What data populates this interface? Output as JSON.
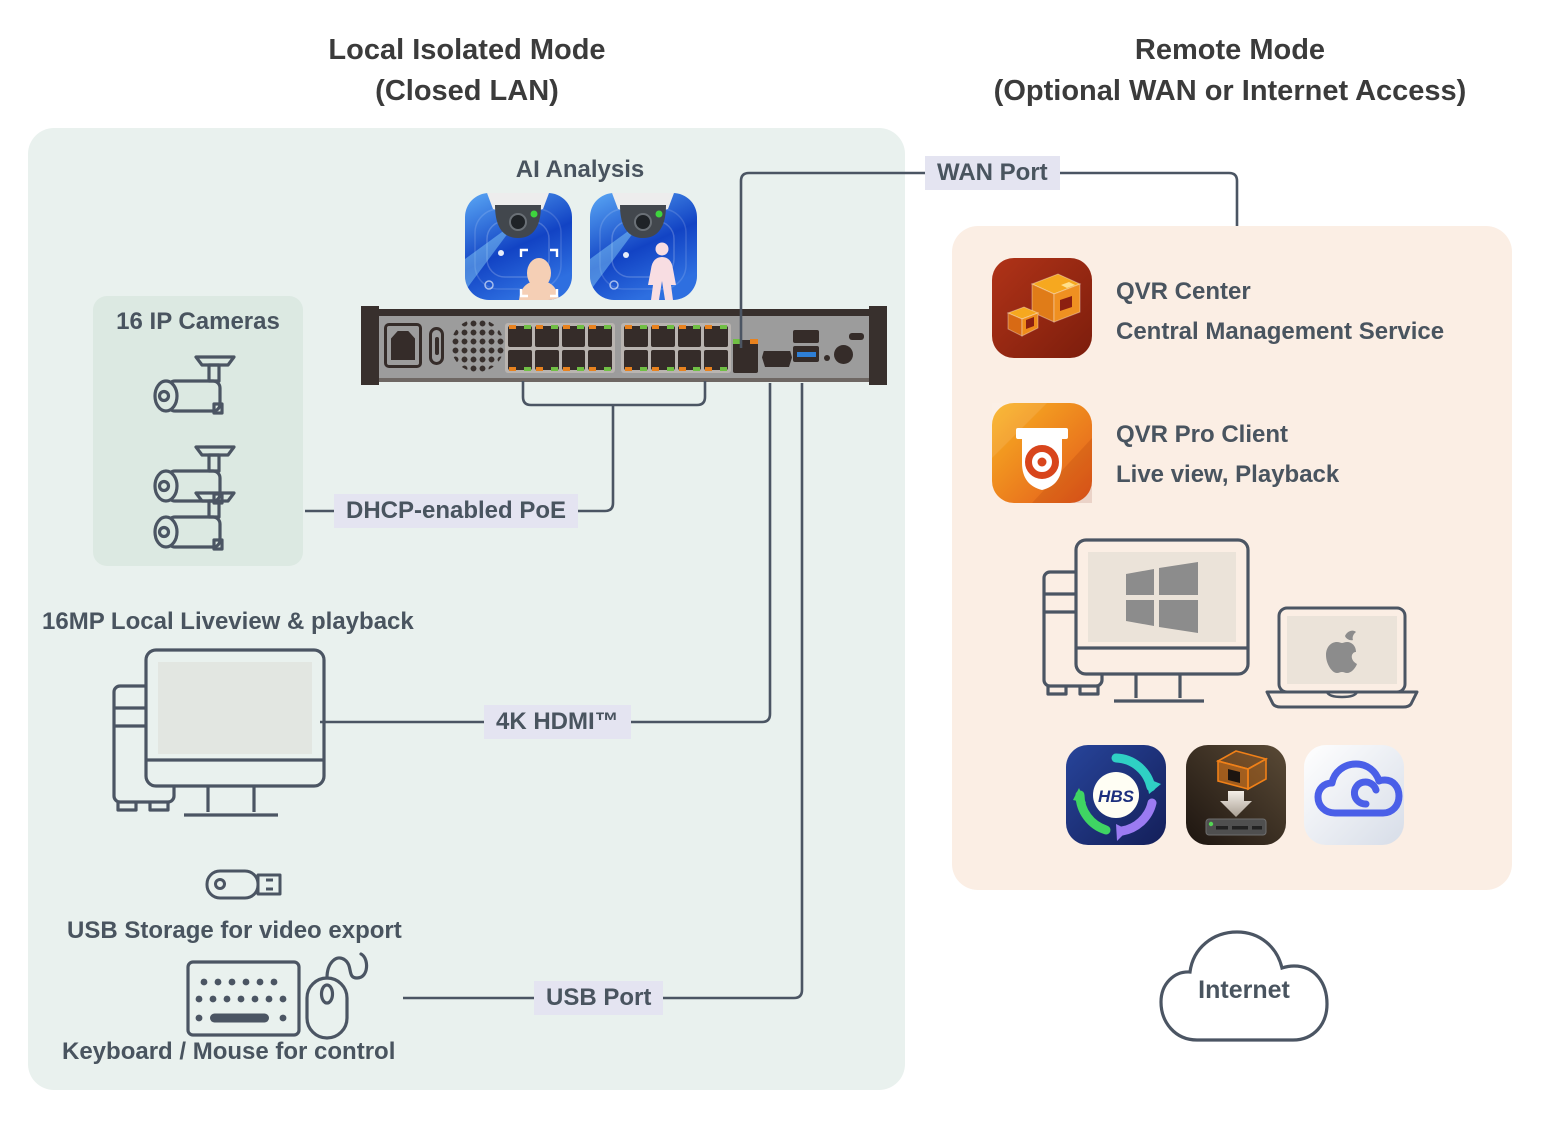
{
  "titles": {
    "local": {
      "line1": "Local Isolated Mode",
      "line2": "(Closed LAN)"
    },
    "remote": {
      "line1": "Remote Mode",
      "line2": "(Optional WAN or Internet Access)"
    }
  },
  "local": {
    "ai_analysis_label": "AI Analysis",
    "cameras_box_label": "16 IP Cameras",
    "dhcp_poe_label": "DHCP-enabled PoE",
    "liveview_caption": "16MP Local Liveview & playback",
    "hdmi_label": "4K HDMI™",
    "usb_storage_caption": "USB Storage for video export",
    "usb_port_label": "USB Port",
    "keyboard_mouse_caption": "Keyboard / Mouse for control"
  },
  "remote": {
    "wan_port_label": "WAN Port",
    "qvr_center": {
      "title": "QVR Center",
      "subtitle": "Central Management Service"
    },
    "qvr_pro_client": {
      "title": "QVR Pro Client",
      "subtitle": "Live view, Playback"
    },
    "hbs_badge_text": "HBS",
    "internet_label": "Internet"
  },
  "nvr": {
    "poe_port_count": 16
  },
  "icons": {
    "ai_face": "ai-face-recognition-icon",
    "ai_people": "ai-people-detection-icon",
    "cameras": "bullet-camera-icon",
    "local_pc": "desktop-computer-icon",
    "usb_stick": "usb-flash-drive-icon",
    "keyboard": "keyboard-icon",
    "mouse": "mouse-icon",
    "qvr_center": "qvr-center-app-icon",
    "qvr_pro": "qvr-pro-client-app-icon",
    "windows_pc": "windows-desktop-icon",
    "mac_laptop": "apple-laptop-icon",
    "hbs": "hybrid-backup-sync-app-icon",
    "backup": "recording-backup-app-icon",
    "cloud_app": "myqnapcloud-app-icon",
    "internet": "internet-cloud-icon"
  },
  "colors": {
    "local_panel_bg": "#e9f1ee",
    "cameras_box_bg": "#dce9e2",
    "remote_panel_bg": "#fbeee4",
    "label_bg": "#e4e4f1",
    "heading_text": "#3b3b3b",
    "diagram_text": "#49545f",
    "line_stroke": "#4b5563",
    "nvr_body": "#9c9c9c",
    "nvr_dark": "#38302d",
    "port_orange": "#e8821e",
    "port_green": "#70bf44",
    "usb_blue": "#2e7fd6",
    "qvr_center_red": "#9e2a12",
    "qvr_pro_orange": "#ed7a1c",
    "hbs_blue": "#1d3280",
    "cloud_blue": "#4a5fe8"
  }
}
